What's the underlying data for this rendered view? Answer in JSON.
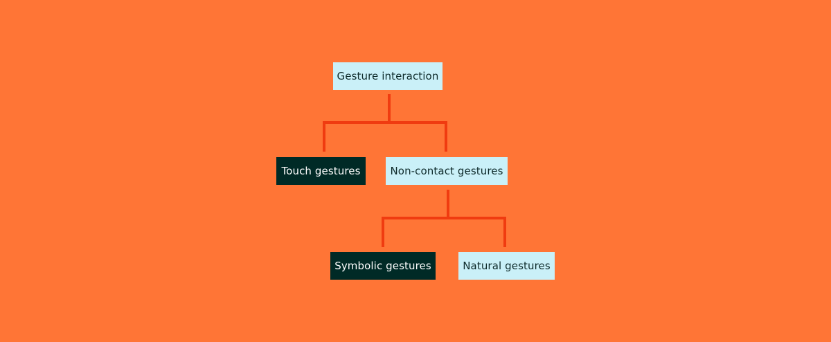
{
  "diagram": {
    "type": "tree",
    "colors": {
      "background": "#ff7536",
      "connector": "#f03b10",
      "light_node_fill": "#caf0f8",
      "dark_node_fill": "#002a26"
    },
    "nodes": {
      "root": {
        "label": "Gesture interaction",
        "style": "light"
      },
      "touch": {
        "label": "Touch gestures",
        "style": "dark",
        "parent": "root"
      },
      "non_contact": {
        "label": "Non-contact gestures",
        "style": "light",
        "parent": "root"
      },
      "symbolic": {
        "label": "Symbolic gestures",
        "style": "dark",
        "parent": "non_contact"
      },
      "natural": {
        "label": "Natural gestures",
        "style": "light",
        "parent": "non_contact"
      }
    }
  }
}
